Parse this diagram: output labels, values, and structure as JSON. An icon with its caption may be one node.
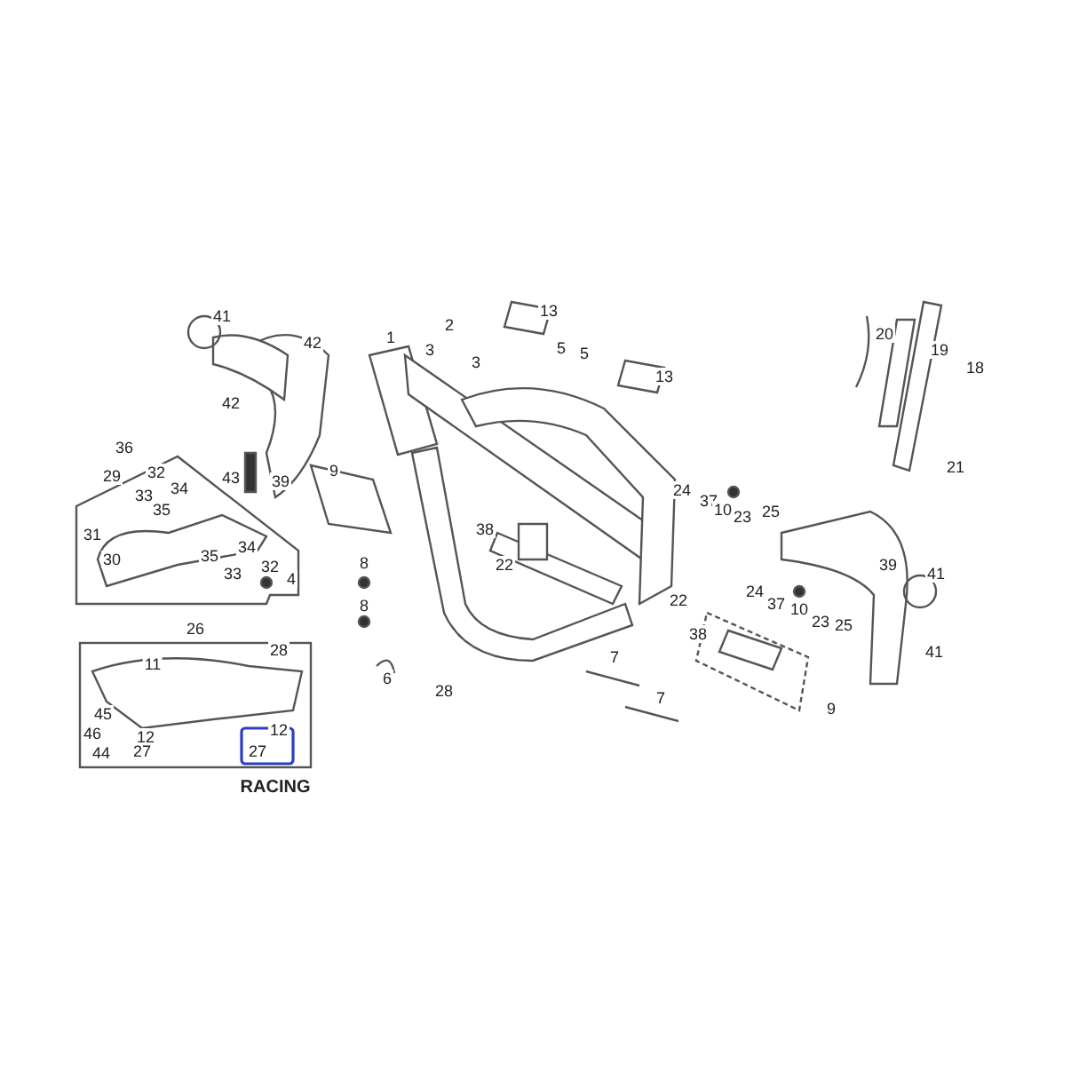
{
  "diagram": {
    "labels": [
      "13",
      "41",
      "2",
      "20",
      "1",
      "42",
      "5",
      "3",
      "19",
      "5",
      "3",
      "18",
      "13",
      "42",
      "36",
      "9",
      "21",
      "32",
      "29",
      "43",
      "39",
      "34",
      "24",
      "33",
      "37",
      "10",
      "35",
      "25",
      "23",
      "38",
      "31",
      "34",
      "35",
      "30",
      "8",
      "22",
      "39",
      "32",
      "33",
      "41",
      "4",
      "24",
      "22",
      "37",
      "8",
      "10",
      "23",
      "25",
      "26",
      "38",
      "28",
      "41",
      "7",
      "11",
      "6",
      "28",
      "7",
      "9",
      "45",
      "12",
      "46",
      "12",
      "27",
      "27",
      "44",
      "RACING"
    ]
  }
}
